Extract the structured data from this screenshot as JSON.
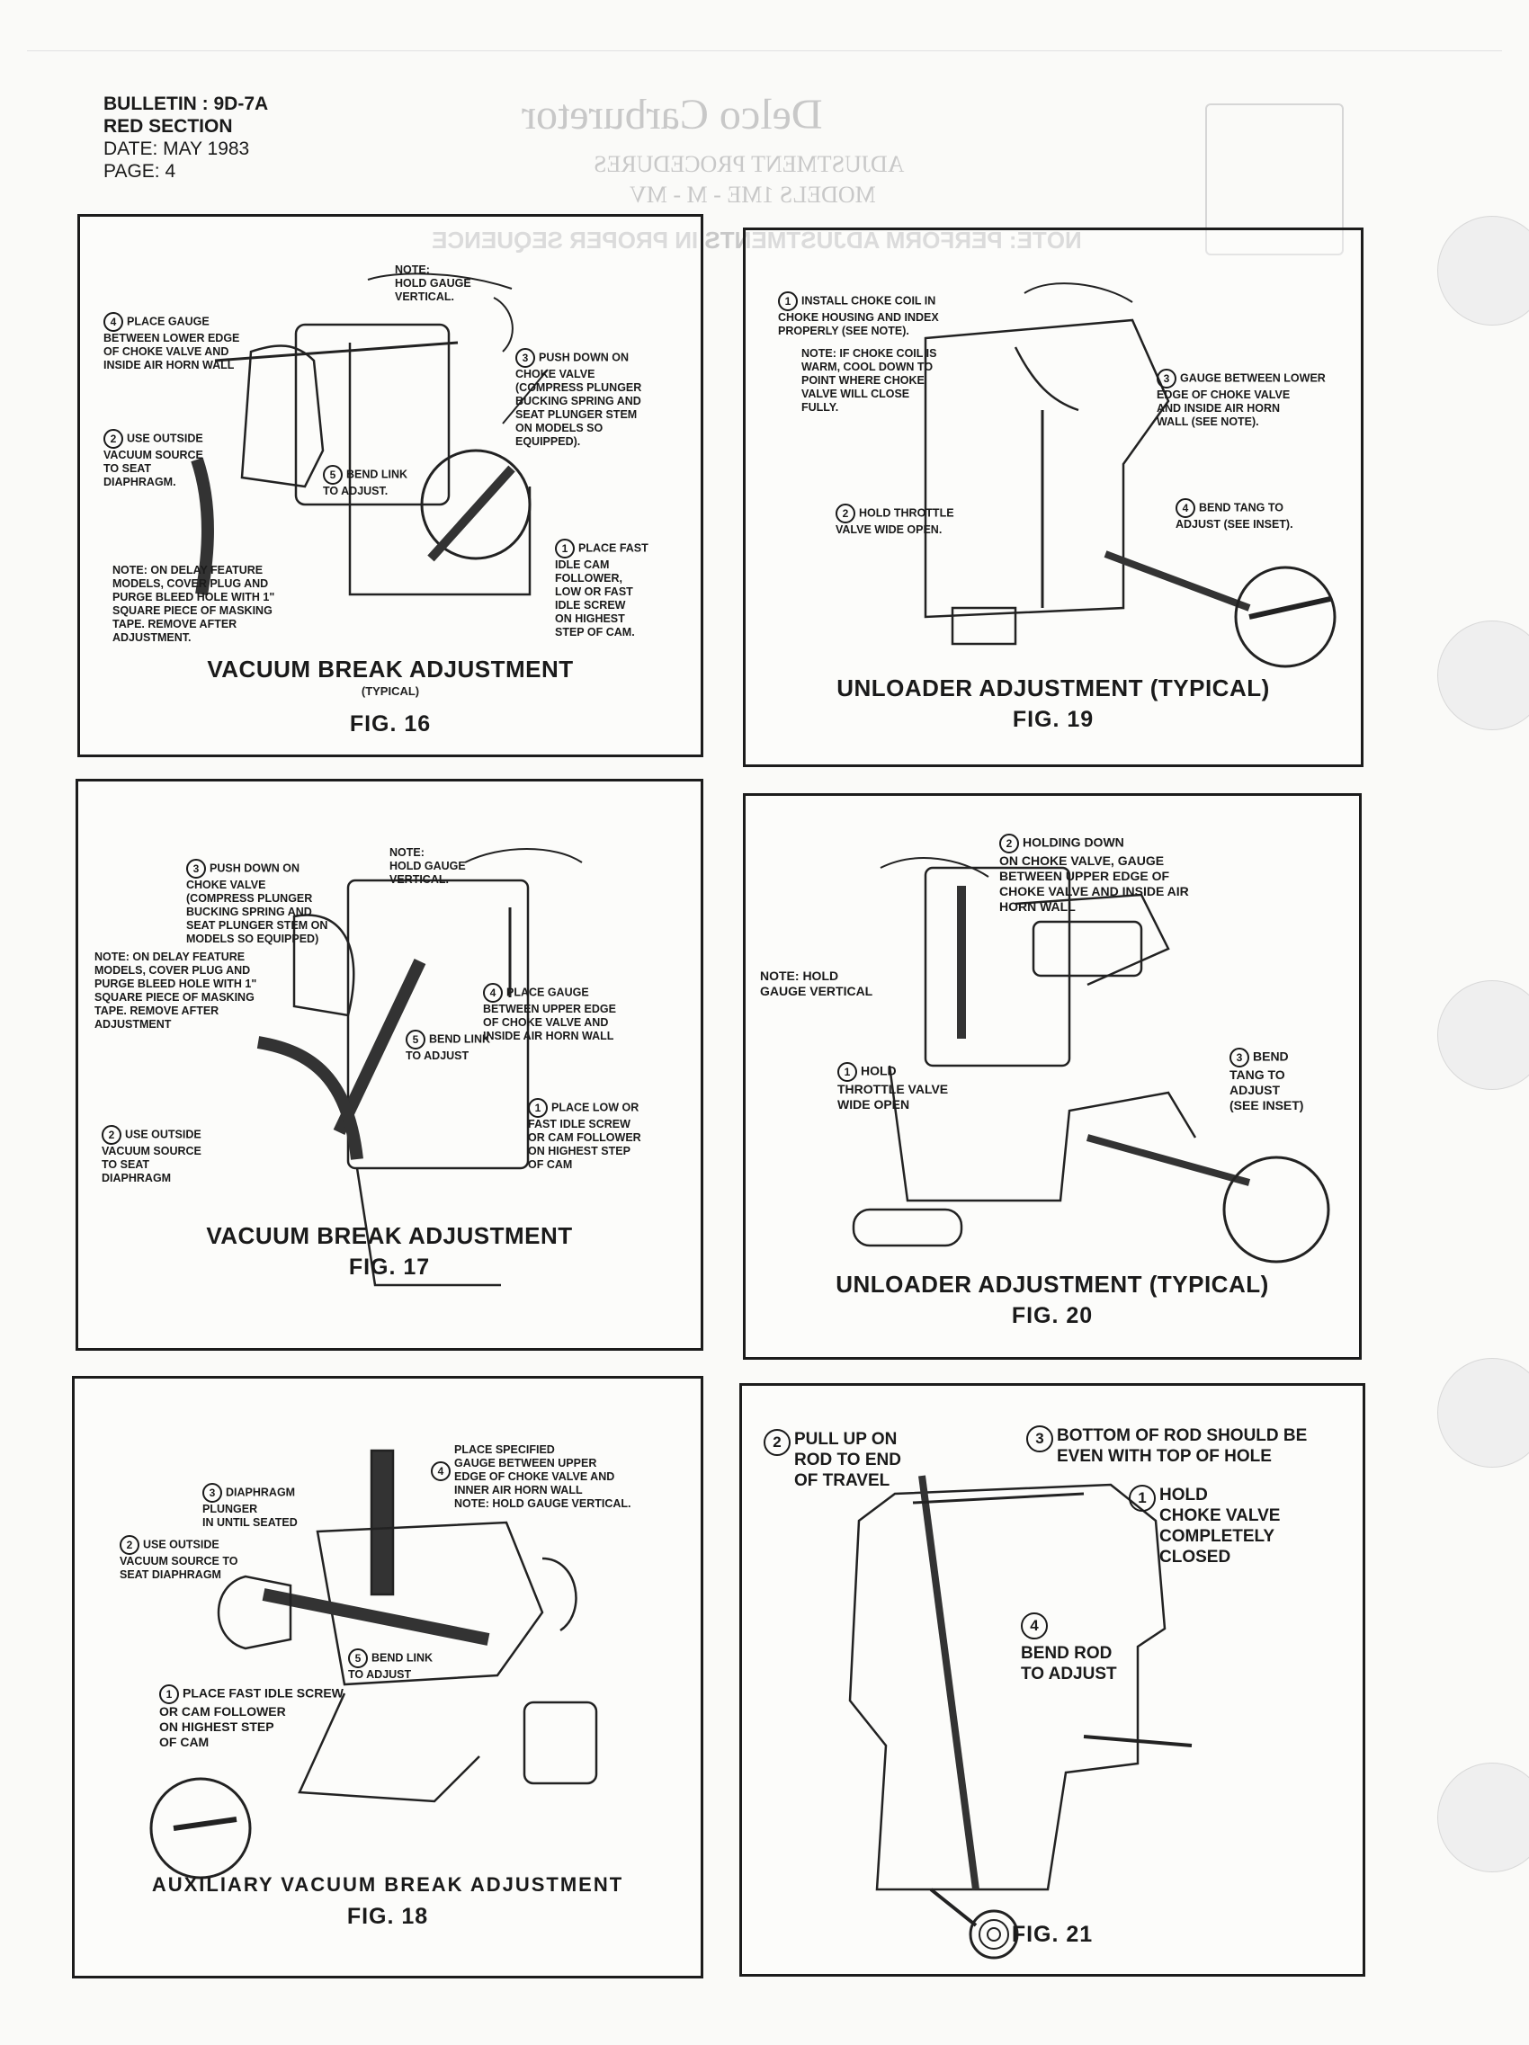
{
  "header": {
    "bulletin": "BULLETIN : 9D-7A",
    "section": "RED SECTION",
    "date": "DATE: MAY 1983",
    "page": "PAGE: 4"
  },
  "bleed_through": {
    "title": "Delco Carburetor",
    "sub1": "ADJUSTMENT PROCEDURES",
    "sub2": "MODELS 1ME - M - MV",
    "note": "NOTE: PERFORM ADJUSTMENTS IN PROPER SEQUENCE"
  },
  "figures": {
    "fig16": {
      "title": "VACUUM BREAK ADJUSTMENT",
      "subtitle": "(TYPICAL)",
      "number": "FIG. 16",
      "callouts": {
        "note": "NOTE:\nHOLD GAUGE\nVERTICAL.",
        "c4": "PLACE GAUGE\nBETWEEN LOWER EDGE\nOF CHOKE VALVE AND\nINSIDE AIR HORN WALL",
        "c3": "PUSH DOWN ON\nCHOKE VALVE\n(COMPRESS PLUNGER\nBUCKING SPRING AND\nSEAT PLUNGER STEM\nON MODELS SO\nEQUIPPED).",
        "c2": "USE OUTSIDE\nVACUUM SOURCE\nTO SEAT\nDIAPHRAGM.",
        "c5": "BEND LINK\nTO ADJUST.",
        "c1": "PLACE FAST\nIDLE CAM\nFOLLOWER,\nLOW OR FAST\nIDLE SCREW\nON HIGHEST\nSTEP OF CAM.",
        "delay": "NOTE: ON DELAY FEATURE\nMODELS, COVER PLUG AND\nPURGE BLEED HOLE WITH 1\"\nSQUARE PIECE OF MASKING\nTAPE. REMOVE AFTER\nADJUSTMENT."
      }
    },
    "fig17": {
      "title": "VACUUM BREAK ADJUSTMENT",
      "number": "FIG. 17",
      "callouts": {
        "c3": "PUSH DOWN ON\nCHOKE VALVE\n(COMPRESS PLUNGER\nBUCKING SPRING AND\nSEAT PLUNGER STEM ON\nMODELS SO EQUIPPED)",
        "note": "NOTE:\nHOLD GAUGE\nVERTICAL.",
        "delay": "NOTE: ON DELAY FEATURE\nMODELS, COVER PLUG AND\nPURGE BLEED HOLE WITH 1\"\nSQUARE PIECE OF MASKING\nTAPE. REMOVE AFTER\nADJUSTMENT",
        "c4": "PLACE GAUGE\nBETWEEN UPPER EDGE\nOF CHOKE VALVE AND\nINSIDE AIR HORN WALL",
        "c5": "BEND LINK\nTO ADJUST",
        "c1": "PLACE LOW OR\nFAST IDLE SCREW\nOR CAM FOLLOWER\nON HIGHEST STEP\nOF CAM",
        "c2": "USE OUTSIDE\nVACUUM SOURCE\nTO SEAT\nDIAPHRAGM"
      }
    },
    "fig18": {
      "title": "AUXILIARY VACUUM BREAK ADJUSTMENT",
      "number": "FIG. 18",
      "callouts": {
        "c4": "PLACE SPECIFIED\nGAUGE BETWEEN UPPER\nEDGE OF CHOKE VALVE AND\nINNER AIR HORN WALL\nNOTE: HOLD GAUGE VERTICAL.",
        "c3": "DIAPHRAGM\nPLUNGER\nIN UNTIL SEATED",
        "c2": "USE OUTSIDE\nVACUUM SOURCE TO\nSEAT DIAPHRAGM",
        "c5": "BEND LINK\nTO ADJUST",
        "c1": "PLACE FAST IDLE SCREW\nOR CAM FOLLOWER\nON HIGHEST STEP\nOF CAM"
      }
    },
    "fig19": {
      "title": "UNLOADER ADJUSTMENT (TYPICAL)",
      "number": "FIG. 19",
      "callouts": {
        "c1": "INSTALL CHOKE COIL IN\nCHOKE HOUSING AND INDEX\nPROPERLY (SEE NOTE).",
        "note": "NOTE: IF CHOKE COIL IS\nWARM, COOL DOWN TO\nPOINT WHERE CHOKE\nVALVE WILL CLOSE\nFULLY.",
        "c3": "GAUGE BETWEEN LOWER\nEDGE OF CHOKE VALVE\nAND INSIDE AIR HORN\nWALL (SEE NOTE).",
        "c2": "HOLD THROTTLE\nVALVE WIDE OPEN.",
        "c4": "BEND TANG TO\nADJUST (SEE INSET)."
      }
    },
    "fig20": {
      "title": "UNLOADER ADJUSTMENT (TYPICAL)",
      "number": "FIG. 20",
      "callouts": {
        "c2": "HOLDING DOWN\nON CHOKE VALVE, GAUGE\nBETWEEN UPPER EDGE OF\nCHOKE VALVE AND INSIDE AIR\nHORN WALL",
        "note": "NOTE: HOLD\nGAUGE VERTICAL",
        "c3": "BEND\nTANG TO\nADJUST\n(SEE INSET)",
        "c1": "HOLD\nTHROTTLE VALVE\nWIDE OPEN"
      }
    },
    "fig21": {
      "number": "FIG. 21",
      "callouts": {
        "c2": "PULL UP ON\nROD TO END\nOF TRAVEL",
        "c3": "BOTTOM OF ROD SHOULD BE\nEVEN WITH TOP OF HOLE",
        "c1": "HOLD\nCHOKE VALVE\nCOMPLETELY\nCLOSED",
        "c4": "BEND ROD\nTO ADJUST"
      }
    }
  }
}
